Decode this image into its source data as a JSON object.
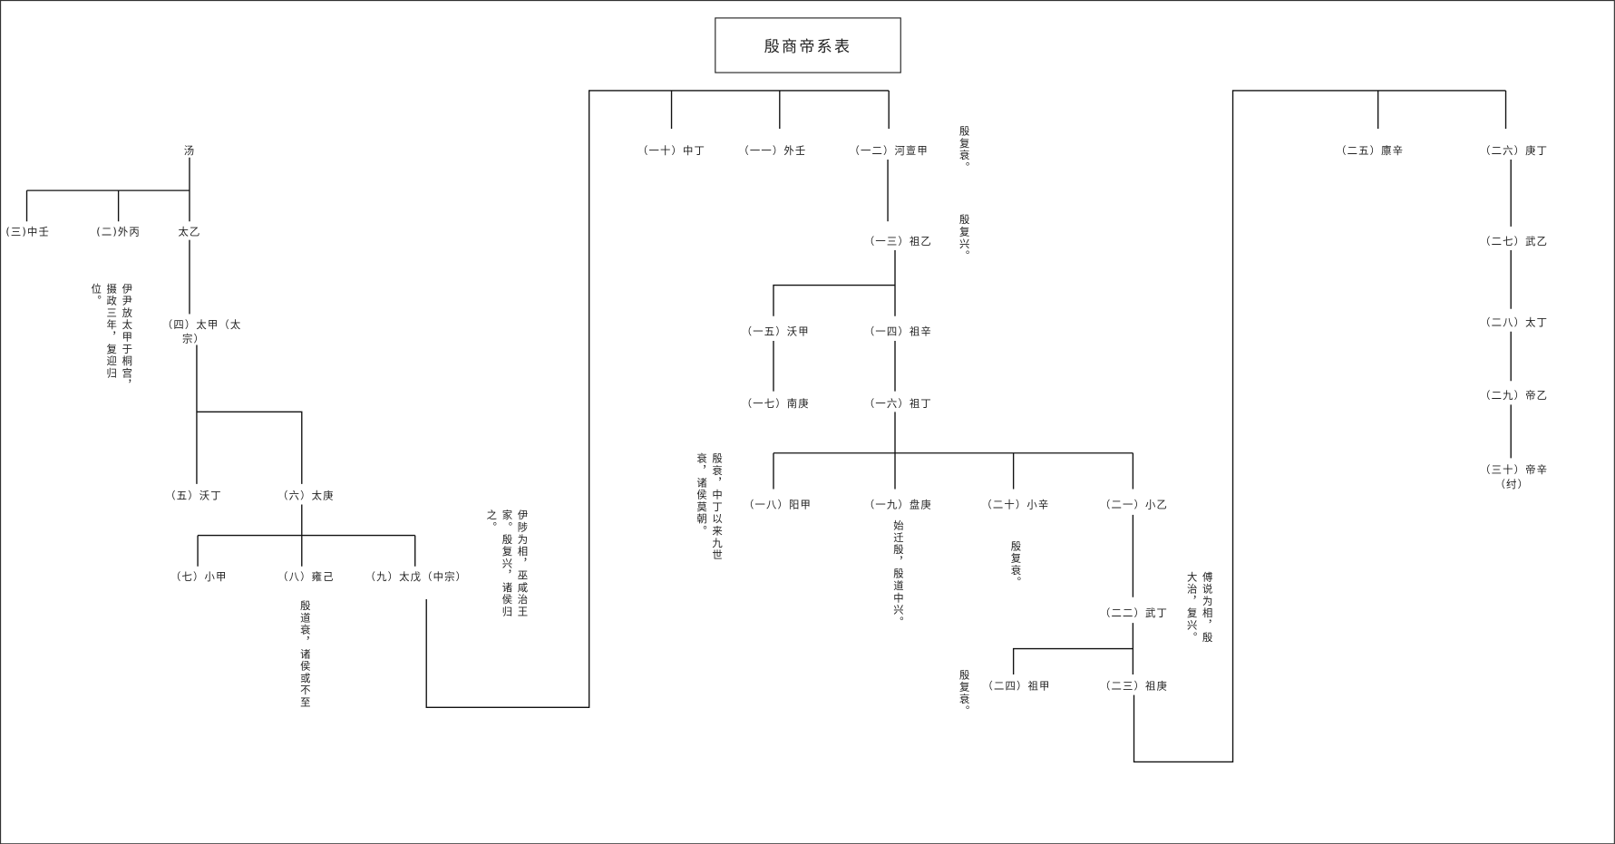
{
  "title": "殷商帝系表",
  "nodes": [
    {
      "label": "汤"
    },
    {
      "label": "(三)中壬"
    },
    {
      "label": "(二)外丙"
    },
    {
      "label": "太乙"
    },
    {
      "label": "（四）太甲（太"
    },
    {
      "label": "宗）"
    },
    {
      "label": "（五）沃丁"
    },
    {
      "label": "（六）太庚"
    },
    {
      "label": "（七）小甲"
    },
    {
      "label": "（八）雍己"
    },
    {
      "label": "（九）太戊（中宗）"
    },
    {
      "label": "（一十）中丁"
    },
    {
      "label": "（一一）外壬"
    },
    {
      "label": "（一二）河亶甲"
    },
    {
      "label": "（一三）祖乙"
    },
    {
      "label": "（一五）沃甲"
    },
    {
      "label": "（一四）祖辛"
    },
    {
      "label": "（一七）南庚"
    },
    {
      "label": "（一六）祖丁"
    },
    {
      "label": "（一八）阳甲"
    },
    {
      "label": "（一九）盘庚"
    },
    {
      "label": "（二十）小辛"
    },
    {
      "label": "（二一）小乙"
    },
    {
      "label": "（二二）武丁"
    },
    {
      "label": "（二四）祖甲"
    },
    {
      "label": "（二三）祖庚"
    },
    {
      "label": "（二五）廪辛"
    },
    {
      "label": "（二六）庚丁"
    },
    {
      "label": "（二七）武乙"
    },
    {
      "label": "（二八）太丁"
    },
    {
      "label": "（二九）帝乙"
    },
    {
      "label": "（三十）帝辛"
    },
    {
      "label": "（纣）"
    }
  ],
  "notes": [
    {
      "text": "伊尹放太甲于桐宫，摄政三年，复迎归位。"
    },
    {
      "text": "殷道衰，诸侯或不至"
    },
    {
      "text": "伊陟为相，巫咸治王家。殷复兴，诸侯归之。"
    },
    {
      "text": "殷复衰。"
    },
    {
      "text": "殷复兴。"
    },
    {
      "text": "殷衰，中丁以来九世衰，诸侯莫朝。"
    },
    {
      "text": "始迁殷，殷道中兴。"
    },
    {
      "text": "殷复衰。"
    },
    {
      "text": "殷复衰。"
    },
    {
      "text": "傅说为相，殷大治，复兴。"
    }
  ]
}
